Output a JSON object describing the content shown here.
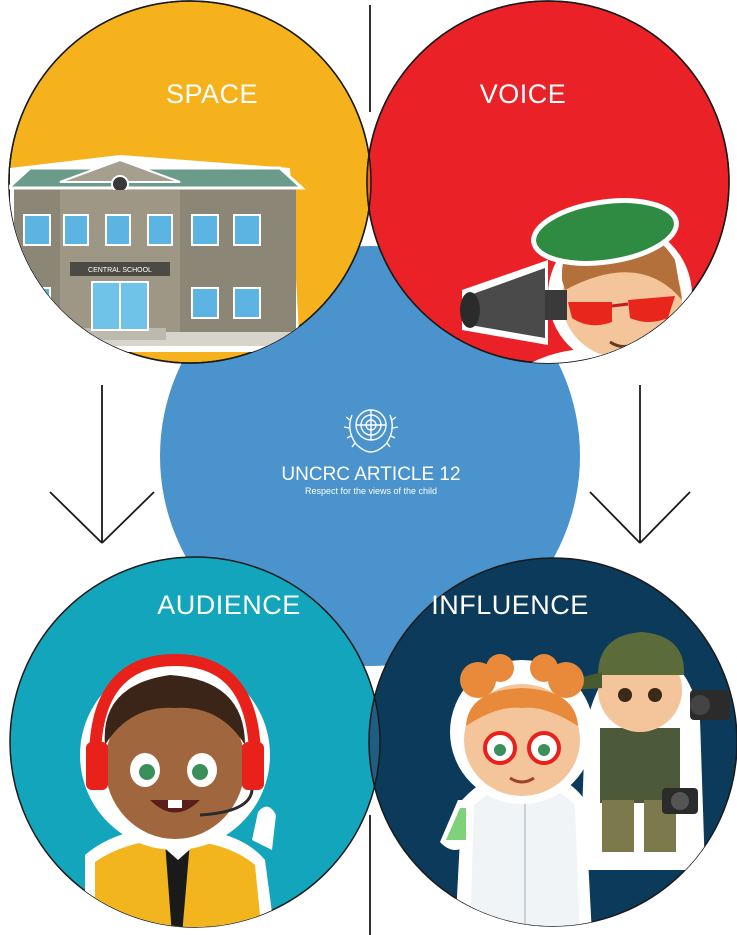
{
  "diagram": {
    "center": {
      "title": "UNCRC ARTICLE 12",
      "subtitle": "Respect for the views of the child",
      "emblem": "un-emblem-icon",
      "color": "#4a93cd"
    },
    "quadrants": [
      {
        "label": "SPACE",
        "color": "#f6b21c",
        "illustration": "school-building-icon"
      },
      {
        "label": "VOICE",
        "color": "#ea2127",
        "illustration": "child-with-megaphone-icon"
      },
      {
        "label": "AUDIENCE",
        "color": "#13a5bb",
        "illustration": "child-with-headset-icon"
      },
      {
        "label": "INFLUENCE",
        "color": "#0b3a5a",
        "illustration": "scientist-and-photographer-icon"
      }
    ],
    "overlaps": {
      "space_voice": "#f06524",
      "audience_influence": "#1f5d82"
    },
    "school_sign": "CENTRAL SCHOOL"
  }
}
